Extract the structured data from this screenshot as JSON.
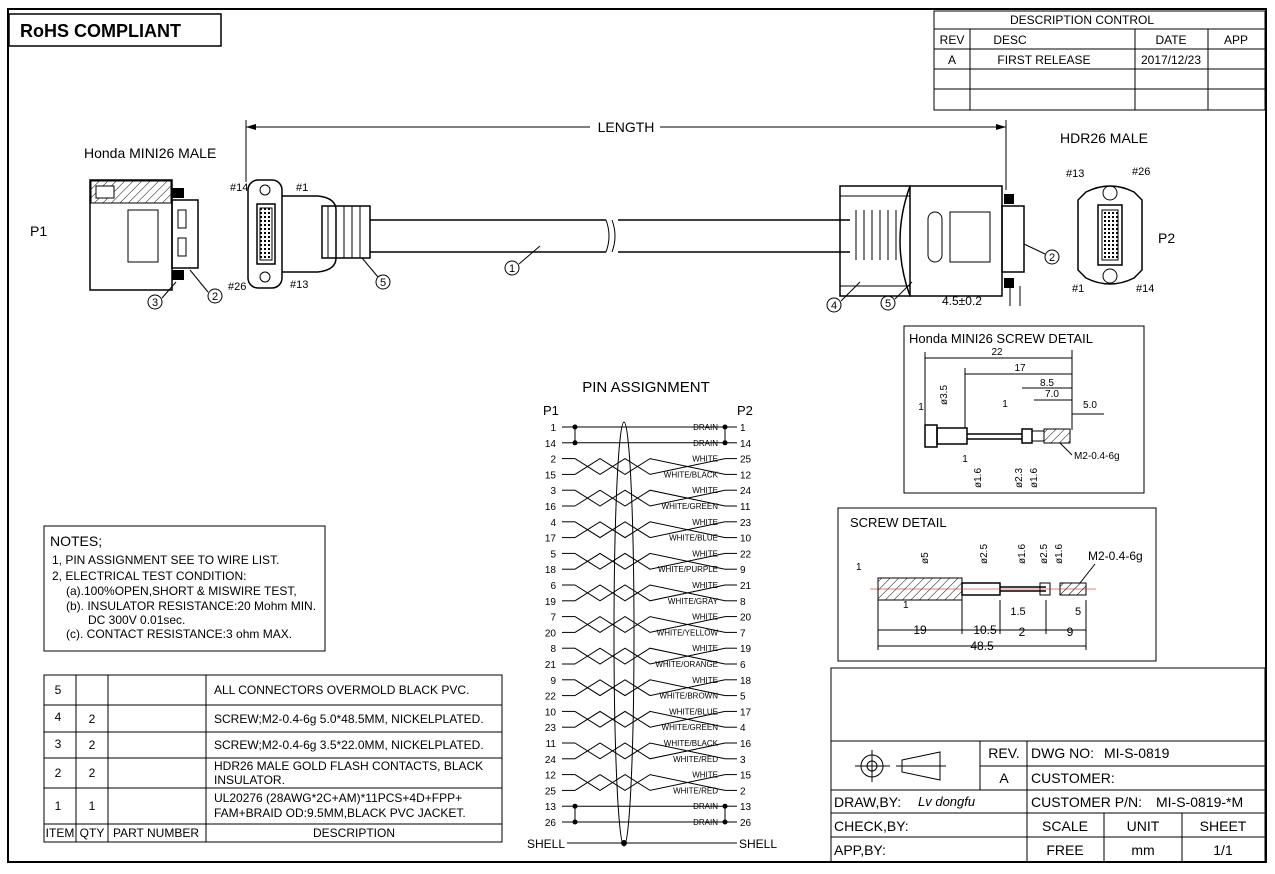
{
  "rohs": "RoHS COMPLIANT",
  "revision_table": {
    "title": "DESCRIPTION  CONTROL",
    "headers": [
      "REV",
      "DESC",
      "DATE",
      "APP"
    ],
    "rows": [
      [
        "A",
        "FIRST RELEASE",
        "2017/12/23",
        ""
      ],
      [
        "",
        "",
        "",
        ""
      ],
      [
        "",
        "",
        "",
        ""
      ]
    ]
  },
  "assembly": {
    "p1_label": "P1",
    "p2_label": "P2",
    "p1_connector": "Honda MINI26 MALE",
    "p2_connector": "HDR26 MALE",
    "length_label": "LENGTH",
    "dim_45": "4.5±0.2",
    "p1_pins": [
      "#14",
      "#1",
      "#26",
      "#13"
    ],
    "p2_pins": [
      "#13",
      "#26",
      "#1",
      "#14"
    ],
    "balloons": {
      "b1": "1",
      "b2a": "2",
      "b2b": "2",
      "b3": "3",
      "b4": "4",
      "b5a": "5",
      "b5b": "5"
    }
  },
  "honda_screw_detail": {
    "title": "Honda MINI26 SCREW DETAIL",
    "dims": {
      "d22": "22",
      "d17": "17",
      "d85": "8.5",
      "d70": "7.0",
      "d50": "5.0",
      "d1a": "1",
      "d1b": "1",
      "d1c": "1",
      "phi35": "ø3.5",
      "phi16a": "ø1.6",
      "phi23": "ø2.3",
      "phi16b": "ø1.6"
    },
    "thread": "M2-0.4-6g"
  },
  "screw_detail": {
    "title": "SCREW DETAIL",
    "dims": {
      "phi5": "ø5",
      "phi25a": "ø2.5",
      "phi16": "ø1.6",
      "phi25b": "ø2.5",
      "phi16b": "ø1.6",
      "d1a": "1",
      "d1b": "1",
      "d15": "1.5",
      "d5": "5",
      "d19": "19",
      "d105": "10.5",
      "d2": "2",
      "d9": "9",
      "d485": "48.5"
    },
    "thread": "M2-0.4-6g"
  },
  "pin_assignment": {
    "title": "PIN  ASSIGNMENT",
    "p1": "P1",
    "p2": "P2",
    "shell": "SHELL",
    "rows": [
      {
        "p1": "1",
        "wire": "DRAIN",
        "p2": "1"
      },
      {
        "p1": "14",
        "wire": "DRAIN",
        "p2": "14"
      },
      {
        "p1": "2",
        "wire": "WHITE",
        "p2": "25"
      },
      {
        "p1": "15",
        "wire": "WHITE/BLACK",
        "p2": "12"
      },
      {
        "p1": "3",
        "wire": "WHITE",
        "p2": "24"
      },
      {
        "p1": "16",
        "wire": "WHITE/GREEN",
        "p2": "11"
      },
      {
        "p1": "4",
        "wire": "WHITE",
        "p2": "23"
      },
      {
        "p1": "17",
        "wire": "WHITE/BLUE",
        "p2": "10"
      },
      {
        "p1": "5",
        "wire": "WHITE",
        "p2": "22"
      },
      {
        "p1": "18",
        "wire": "WHITE/PURPLE",
        "p2": "9"
      },
      {
        "p1": "6",
        "wire": "WHITE",
        "p2": "21"
      },
      {
        "p1": "19",
        "wire": "WHITE/GRAY",
        "p2": "8"
      },
      {
        "p1": "7",
        "wire": "WHITE",
        "p2": "20"
      },
      {
        "p1": "20",
        "wire": "WHITE/YELLOW",
        "p2": "7"
      },
      {
        "p1": "8",
        "wire": "WHITE",
        "p2": "19"
      },
      {
        "p1": "21",
        "wire": "WHITE/ORANGE",
        "p2": "6"
      },
      {
        "p1": "9",
        "wire": "WHITE",
        "p2": "18"
      },
      {
        "p1": "22",
        "wire": "WHITE/BROWN",
        "p2": "5"
      },
      {
        "p1": "10",
        "wire": "WHITE/BLUE",
        "p2": "17"
      },
      {
        "p1": "23",
        "wire": "WHITE/GREEN",
        "p2": "4"
      },
      {
        "p1": "11",
        "wire": "WHITE/BLACK",
        "p2": "16"
      },
      {
        "p1": "24",
        "wire": "WHITE/RED",
        "p2": "3"
      },
      {
        "p1": "12",
        "wire": "WHITE",
        "p2": "15"
      },
      {
        "p1": "25",
        "wire": "WHITE/RED",
        "p2": "2"
      },
      {
        "p1": "13",
        "wire": "DRAIN",
        "p2": "13"
      },
      {
        "p1": "26",
        "wire": "DRAIN",
        "p2": "26"
      }
    ]
  },
  "notes": {
    "title": "NOTES;",
    "lines": [
      "1, PIN ASSIGNMENT SEE TO WIRE LIST.",
      "2, ELECTRICAL TEST CONDITION:",
      "(a).100%OPEN,SHORT & MISWIRE TEST,",
      "(b). INSULATOR RESISTANCE:20 Mohm MIN.",
      "DC 300V 0.01sec.",
      "(c). CONTACT RESISTANCE:3 ohm MAX."
    ]
  },
  "bom": {
    "headers": [
      "ITEM",
      "QTY",
      "PART NUMBER",
      "DESCRIPTION"
    ],
    "rows": [
      {
        "item": "5",
        "qty": "",
        "part": "",
        "desc1": "ALL CONNECTORS OVERMOLD BLACK PVC.",
        "desc2": ""
      },
      {
        "item": "4",
        "qty": "2",
        "part": "",
        "desc1": "SCREW;M2-0.4-6g 5.0*48.5MM, NICKELPLATED.",
        "desc2": ""
      },
      {
        "item": "3",
        "qty": "2",
        "part": "",
        "desc1": "SCREW;M2-0.4-6g 3.5*22.0MM, NICKELPLATED.",
        "desc2": ""
      },
      {
        "item": "2",
        "qty": "2",
        "part": "",
        "desc1": "HDR26 MALE GOLD FLASH CONTACTS, BLACK",
        "desc2": "INSULATOR."
      },
      {
        "item": "1",
        "qty": "1",
        "part": "",
        "desc1": "UL20276 (28AWG*2C+AM)*11PCS+4D+FPP+",
        "desc2": "FAM+BRAID OD:9.5MM,BLACK PVC JACKET."
      }
    ]
  },
  "title_block": {
    "rev_label": "REV.",
    "rev_value": "A",
    "dwg_no_label": "DWG NO:",
    "dwg_no": "MI-S-0819",
    "customer_label": "CUSTOMER:",
    "customer_value": "",
    "draw_by_label": "DRAW,BY:",
    "draw_by": "Lv  dongfu",
    "customer_pn_label": "CUSTOMER P/N:",
    "customer_pn": "MI-S-0819-*M",
    "check_by_label": "CHECK,BY:",
    "app_by_label": "APP,BY:",
    "scale_label": "SCALE",
    "scale_value": "FREE",
    "unit_label": "UNIT",
    "unit_value": "mm",
    "sheet_label": "SHEET",
    "sheet_value": "1/1"
  }
}
